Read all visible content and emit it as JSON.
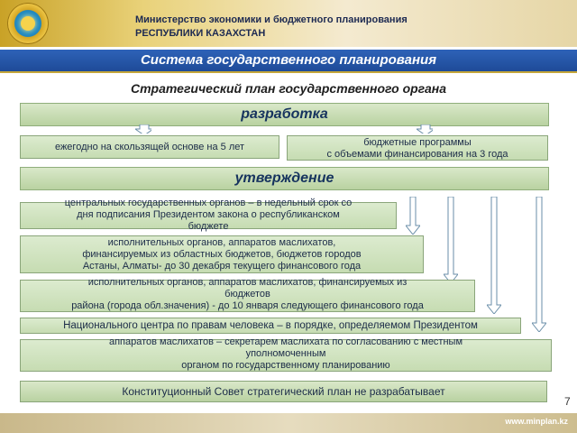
{
  "header": {
    "ministry": "Министерство экономики и бюджетного планирования",
    "country": "РЕСПУБЛИКИ КАЗАХСТАН"
  },
  "banner": {
    "title": "Система государственного планирования"
  },
  "subtitle": "Стратегический план государственного органа",
  "stage1": {
    "label": "разработка"
  },
  "dev_boxes": {
    "left": "ежегодно на скользящей основе на 5 лет",
    "right_line1": "бюджетные программы",
    "right_line2": "с объемами финансирования на 3 года"
  },
  "stage2": {
    "label": "утверждение"
  },
  "approval": {
    "item1_line1": "центральных государственных органов – в недельный срок со",
    "item1_line2": "дня подписания Президентом закона о республиканском",
    "item1_line3": "бюджете",
    "item2_line1": "исполнительных органов, аппаратов маслихатов,",
    "item2_line2": "финансируемых из областных бюджетов, бюджетов городов",
    "item2_line3": "Астаны, Алматы- до 30 декабря текущего финансового года",
    "item3_line1": "исполнительных органов, аппаратов маслихатов, финансируемых из",
    "item3_line2": "бюджетов",
    "item3_line3": "района (города обл.значения) - до 10 января следующего финансового года",
    "item4": "Национального центра по правам человека – в порядке, определяемом Президентом",
    "item5_line1": "аппаратов маслихатов – секретарем маслихата по согласованию с местным",
    "item5_line2": "уполномоченным",
    "item5_line3": "органом по государственному планированию",
    "item6": "Конституционный Совет стратегический план не разрабатывает"
  },
  "page_number": "7",
  "footer_url": "www.minplan.kz",
  "colors": {
    "banner": "#1e4a98",
    "bar": "#b9d2a1",
    "box": "#c6dcb2",
    "text": "#16335e"
  }
}
